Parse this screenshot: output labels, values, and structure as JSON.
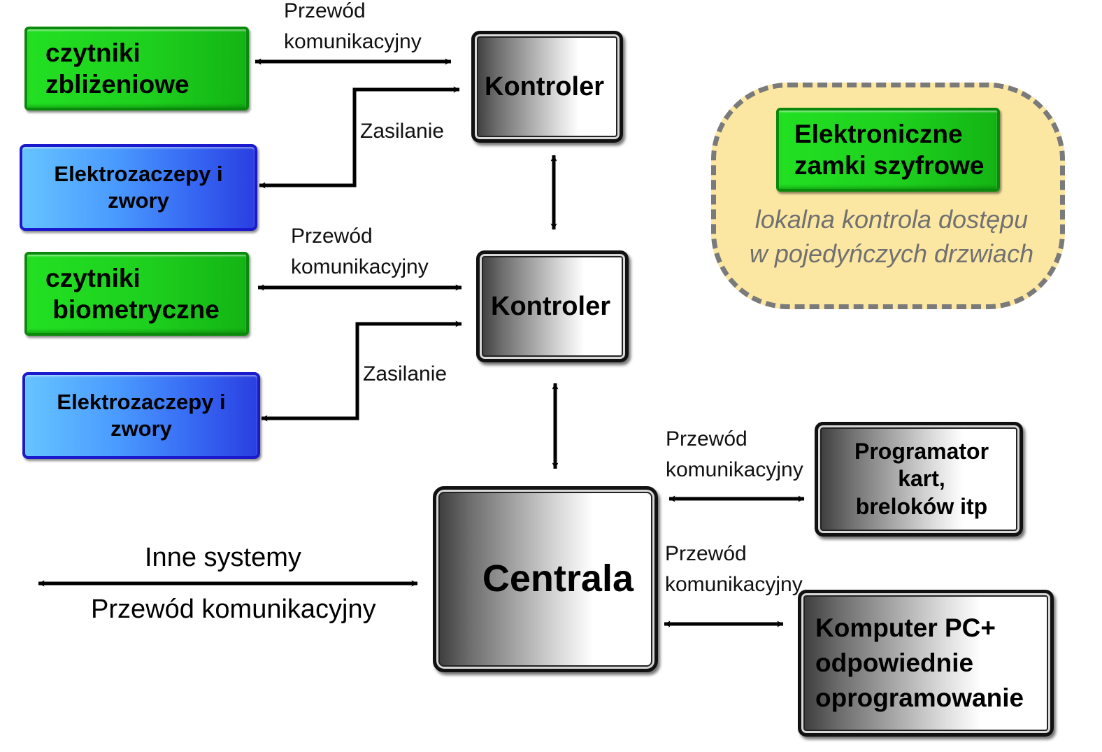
{
  "diagram": {
    "nodes": {
      "czytniki_zblizeniowe": [
        "czytniki",
        "zbliżeniowe"
      ],
      "elektrozaczepy_1": [
        "Elektrozaczepy i",
        "zwory"
      ],
      "czytniki_biometryczne": [
        "czytniki",
        " biometryczne"
      ],
      "elektrozaczepy_2": [
        "Elektrozaczepy i",
        "zwory"
      ],
      "kontroler_1": "Kontroler",
      "kontroler_2": "Kontroler",
      "centrala": "Centrala",
      "programator": [
        "Programator",
        "kart,",
        "breloków itp"
      ],
      "komputer": [
        "Komputer PC+",
        "odpowiednie",
        "oprogramowanie"
      ],
      "zamki": [
        "Elektroniczne",
        "zamki szyfrowe"
      ]
    },
    "labels": {
      "przewod_1": [
        "Przewód",
        "komunikacyjny"
      ],
      "zasilanie_1": "Zasilanie",
      "przewod_2": [
        "Przewód",
        "komunikacyjny"
      ],
      "zasilanie_2": "Zasilanie",
      "przewod_3": [
        "Przewód",
        "komunikacyjny"
      ],
      "przewod_4": [
        "Przewód",
        "komunikacyjny"
      ],
      "inne_systemy": "Inne systemy",
      "przewod_inne": "Przewód komunikacyjny",
      "note": [
        "lokalna kontrola dostępu",
        "w pojedyńczych drzwiach"
      ]
    },
    "colors": {
      "reader_green": "#22e022",
      "lock_blue": "#3565f2",
      "controller_gray": "#8a8a8a",
      "note_bubble": "#fce7a2",
      "note_text": "#707070"
    }
  }
}
